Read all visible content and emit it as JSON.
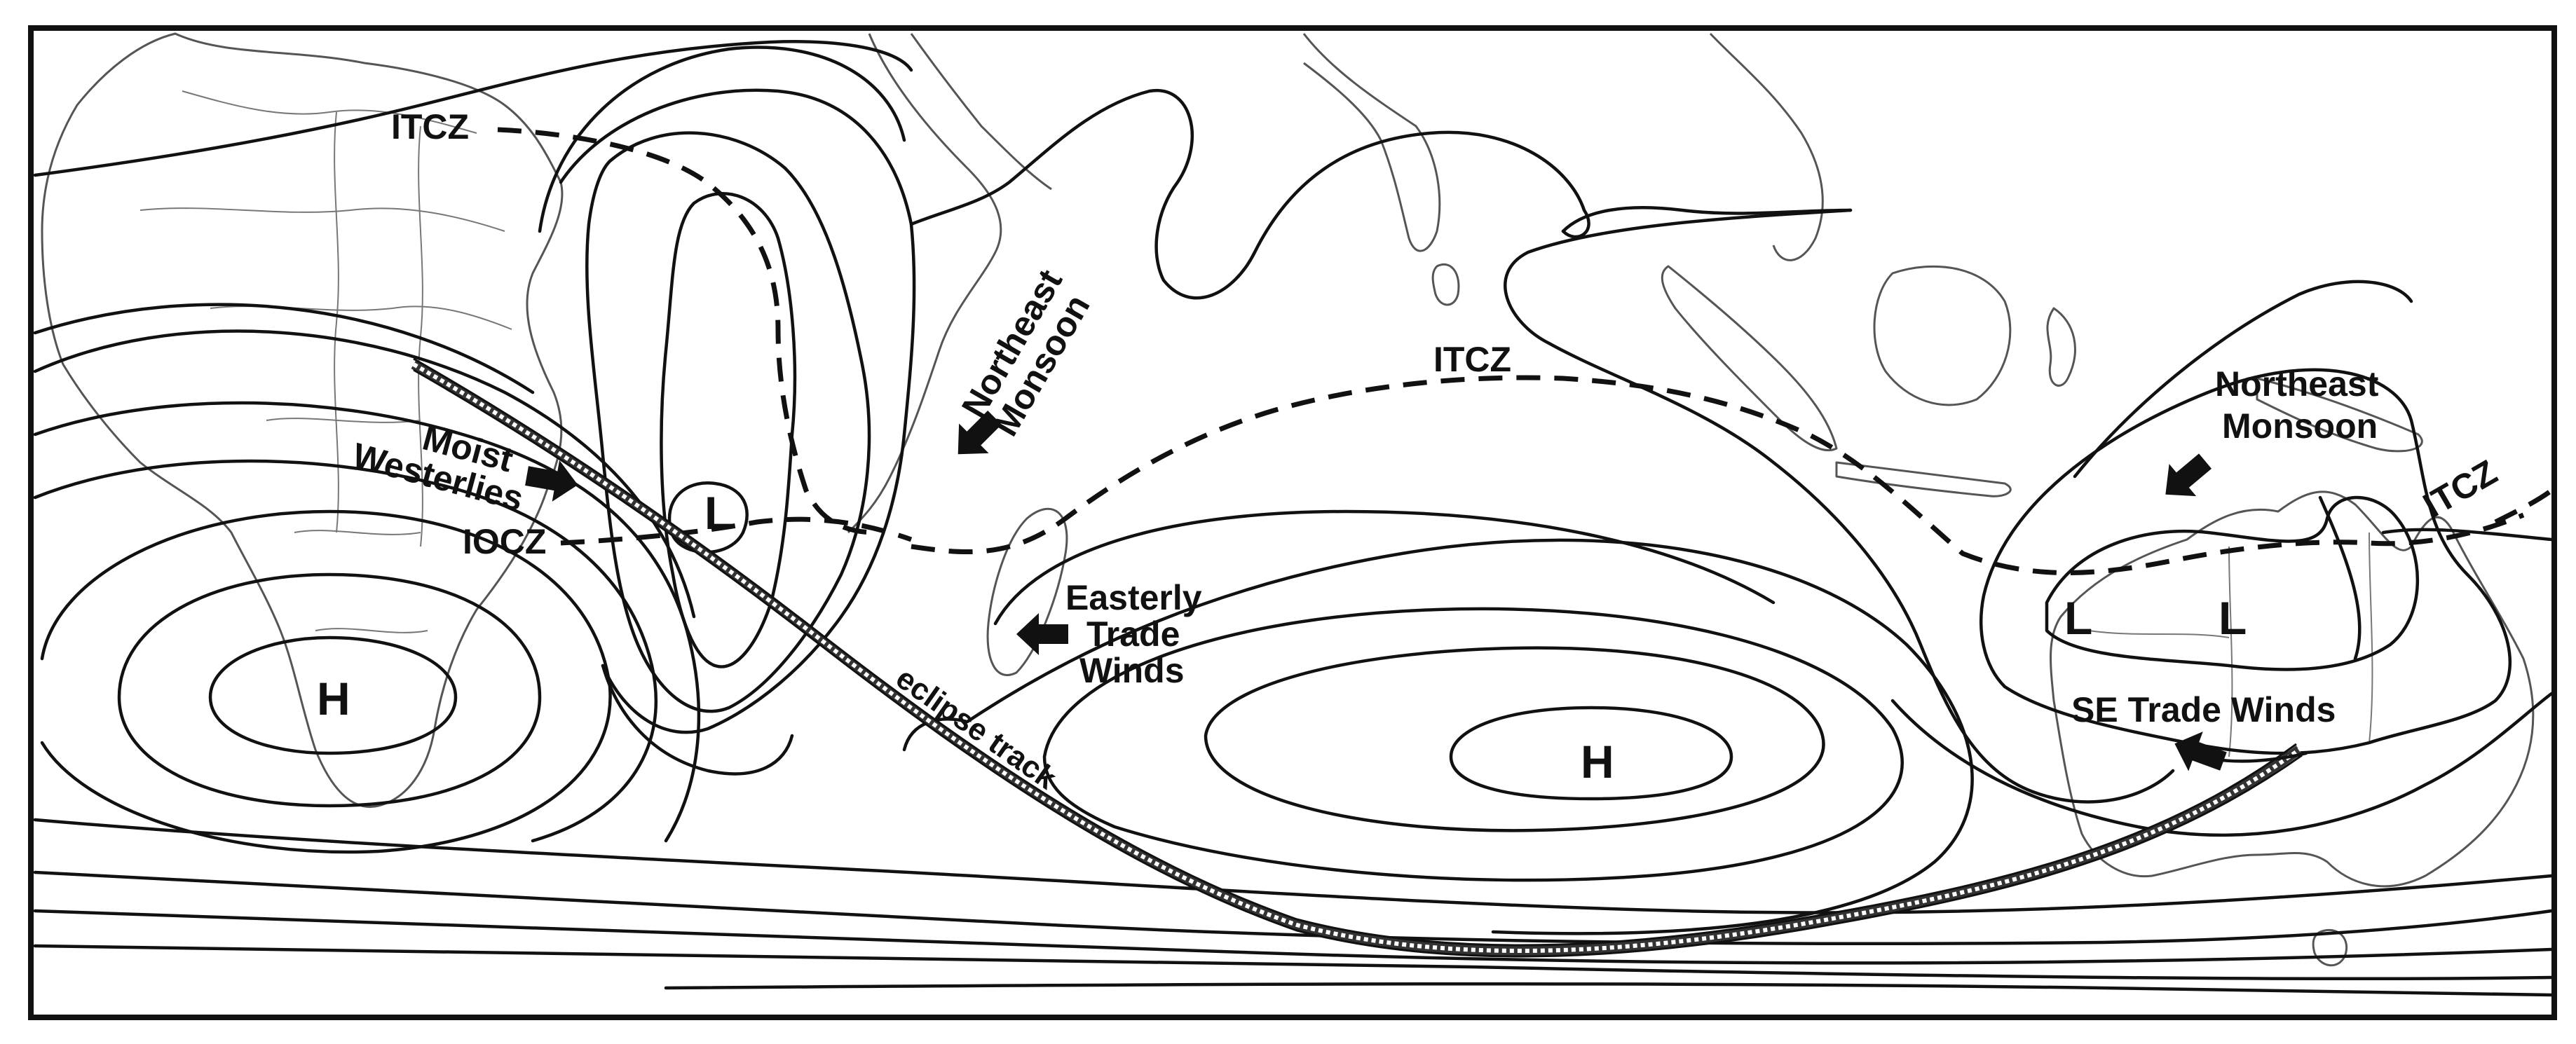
{
  "labels": {
    "itcz_africa": "ITCZ",
    "itcz_ocean": "ITCZ",
    "itcz_east": "ITCZ",
    "northeast_monsoon_africa": [
      "Northeast",
      "Monsoon"
    ],
    "northeast_monsoon_australia": [
      "Northeast",
      "Monsoon"
    ],
    "moist_westerlies": [
      "Moist",
      "Westerlies"
    ],
    "iocz": "IOCZ",
    "easterly_trade_winds": [
      "Easterly",
      "Trade",
      "Winds"
    ],
    "se_trade_winds": "SE Trade Winds",
    "eclipse_track": "eclipse track",
    "high_atlantic": "H",
    "high_indian": "H",
    "low_africa": "L",
    "low_australia_west": "L",
    "low_australia_east": "L"
  },
  "colors": {
    "isobar": "#111111",
    "coastline": "#555555",
    "eclipse_track": "#333333",
    "background": "#ffffff"
  },
  "icons": {
    "wind_arrow": "arrow-icon"
  }
}
